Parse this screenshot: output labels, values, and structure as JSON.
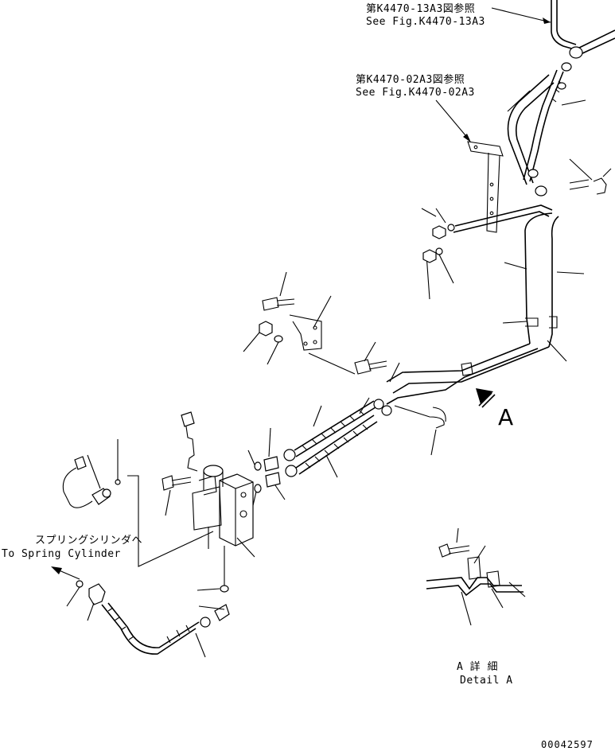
{
  "references": {
    "ref1_jp": "第K4470-13A3図参照",
    "ref1_en": "See Fig.K4470-13A3",
    "ref2_jp": "第K4470-02A3図参照",
    "ref2_en": "See Fig.K4470-02A3"
  },
  "spring_cylinder": {
    "jp": "スプリングシリンダへ",
    "en": "To Spring Cylinder"
  },
  "detail": {
    "marker": "A",
    "jp": "A 詳 細",
    "en": "Detail A"
  },
  "drawing_number": "00042597"
}
